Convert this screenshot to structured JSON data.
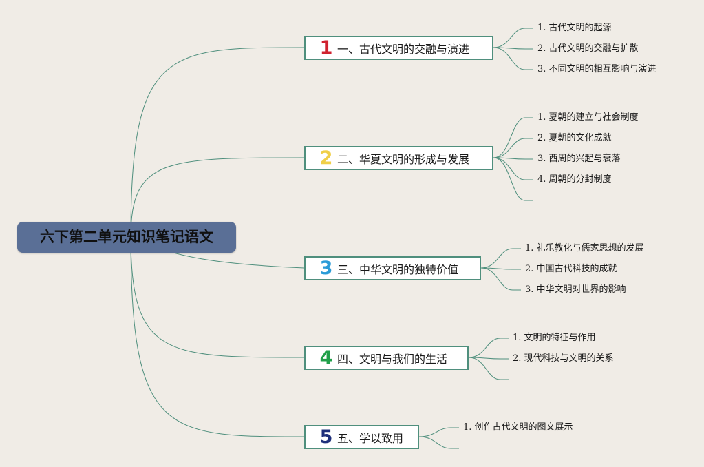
{
  "root": {
    "title": "六下第二单元知识笔记语文"
  },
  "branches": [
    {
      "number": "1",
      "color": "#d0222f",
      "title": "一、古代文明的交融与演进",
      "items": [
        "1. 古代文明的起源",
        "2. 古代文明的交融与扩散",
        "3. 不同文明的相互影响与演进"
      ]
    },
    {
      "number": "2",
      "color": "#f0cf48",
      "title": "二、华夏文明的形成与发展",
      "items": [
        "1. 夏朝的建立与社会制度",
        "2. 夏朝的文化成就",
        "3. 西周的兴起与衰落",
        "4. 周朝的分封制度"
      ]
    },
    {
      "number": "3",
      "color": "#2a9bd7",
      "title": "三、中华文明的独特价值",
      "items": [
        "1. 礼乐教化与儒家思想的发展",
        "2. 中国古代科技的成就",
        "3. 中华文明对世界的影响"
      ]
    },
    {
      "number": "4",
      "color": "#21a04a",
      "title": "四、文明与我们的生活",
      "items": [
        "1. 文明的特征与作用",
        "2. 现代科技与文明的关系"
      ]
    },
    {
      "number": "5",
      "color": "#1e2f7a",
      "title": "五、学以致用",
      "items": [
        "1. 创作古代文明的图文展示"
      ]
    }
  ],
  "colors": {
    "background": "#f0ece6",
    "root_fill": "#5a6f96",
    "connector": "#4f8f7d"
  }
}
